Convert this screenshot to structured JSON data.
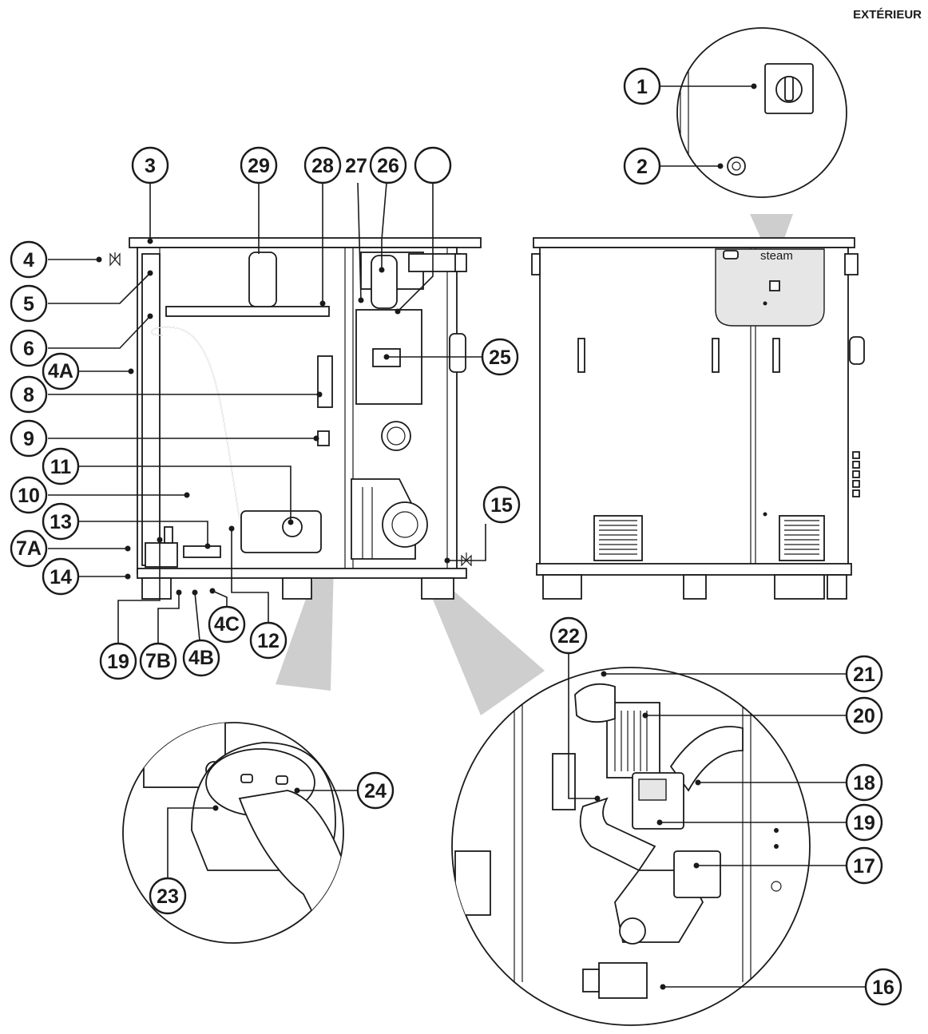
{
  "heading": "EXTÉRIEUR",
  "callouts": [
    "1",
    "2",
    "3",
    "4",
    "4A",
    "4B",
    "4C",
    "5",
    "6",
    "7A",
    "7B",
    "8",
    "9",
    "10",
    "11",
    "12",
    "13",
    "14",
    "15",
    "16",
    "17",
    "18",
    "19",
    "19",
    "20",
    "21",
    "22",
    "23",
    "24",
    "25",
    "26",
    "27",
    "28",
    "29",
    ""
  ],
  "brand": {
    "steam_logo": "steam"
  },
  "colors": {
    "ink": "#1a1a1a",
    "beam": "#bdbdbd",
    "paper": "#ffffff"
  }
}
